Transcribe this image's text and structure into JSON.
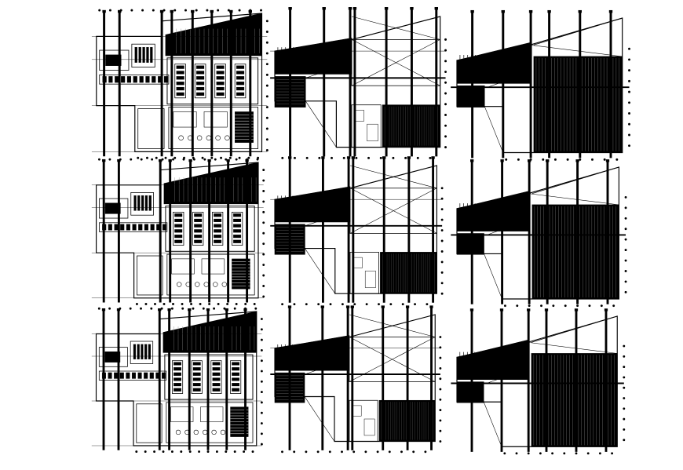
{
  "drawing": {
    "rows": 3,
    "columns": 3,
    "plan_types": [
      "detailed-floor-plan",
      "roof-framing-plan",
      "roof-plan"
    ],
    "ink_color": "#000000",
    "background_color": "#ffffff"
  }
}
